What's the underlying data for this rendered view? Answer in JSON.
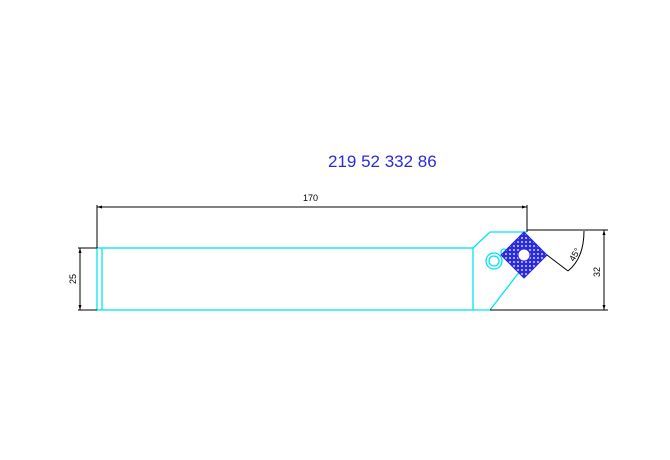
{
  "drawing": {
    "part_number": "219 52 332 86",
    "dimensions": {
      "length": "170",
      "shank_height": "25",
      "overall_height": "32",
      "angle": "45°"
    },
    "colors": {
      "outline": "#00e5f0",
      "insert": "#2a2adf",
      "dimension": "#000000",
      "title": "#2a2adf",
      "background": "#ffffff"
    }
  }
}
